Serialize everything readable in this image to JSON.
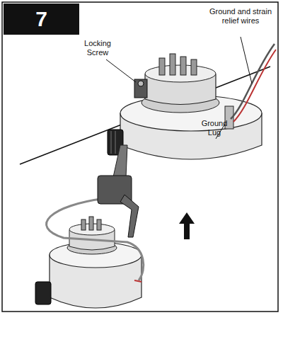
{
  "diagram": {
    "nodes": [
      {
        "text": [
          "7"
        ]
      }
    ],
    "labels": [
      "Locking Screw",
      "Ground and strain relief wires",
      "Ground Lug"
    ]
  }
}
